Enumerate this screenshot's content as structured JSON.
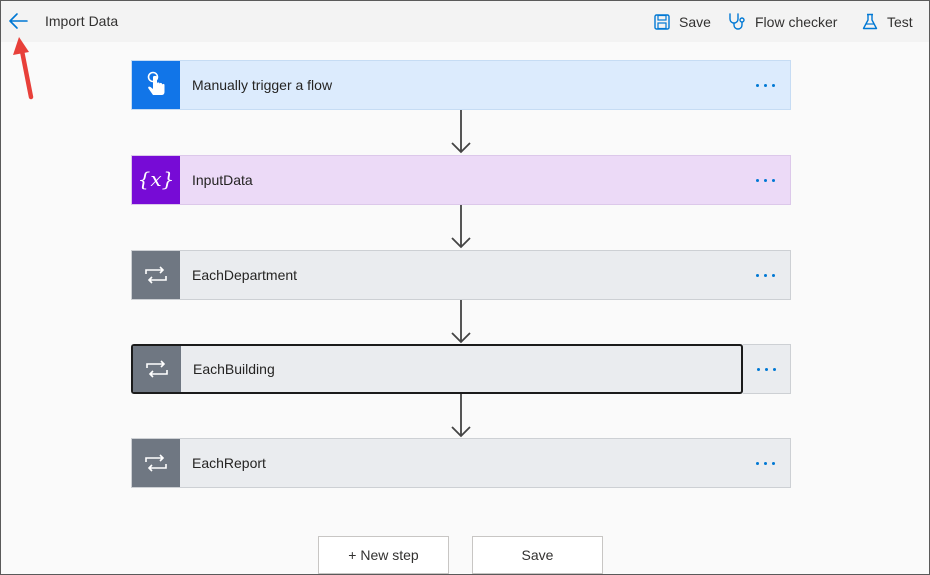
{
  "header": {
    "title": "Import Data",
    "commands": {
      "save": "Save",
      "flow_checker": "Flow checker",
      "test": "Test"
    }
  },
  "steps": [
    {
      "label": "Manually trigger a flow",
      "kind": "trigger",
      "icon": "touch-hand-icon"
    },
    {
      "label": "InputData",
      "kind": "variable",
      "icon": "variable-x-icon"
    },
    {
      "label": "EachDepartment",
      "kind": "loop",
      "icon": "loop-icon"
    },
    {
      "label": "EachBuilding",
      "kind": "loop",
      "icon": "loop-icon",
      "selected": true
    },
    {
      "label": "EachReport",
      "kind": "loop",
      "icon": "loop-icon"
    }
  ],
  "footer": {
    "new_step": "+ New step",
    "save": "Save"
  },
  "colors": {
    "trigger_accent": "#1175e8",
    "variable_accent": "#770bd6",
    "loop_accent": "#6f7782",
    "link_blue": "#0078d4",
    "annotation_red": "#e8403a"
  }
}
